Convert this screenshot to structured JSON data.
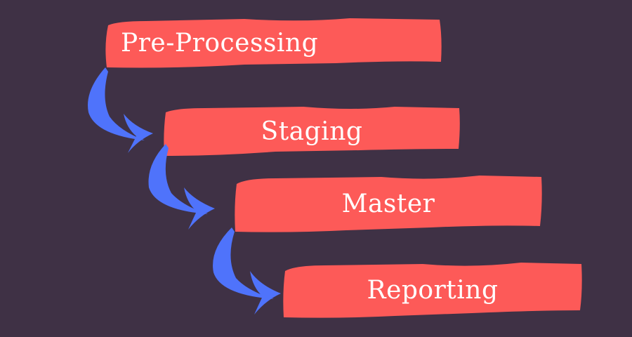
{
  "colors": {
    "background": "#3f3145",
    "stage_fill": "#fd5a58",
    "arrow": "#4f73fb",
    "text": "#ffffff"
  },
  "stages": [
    {
      "label": "Pre-Processing"
    },
    {
      "label": "Staging"
    },
    {
      "label": "Master"
    },
    {
      "label": "Reporting"
    }
  ],
  "arrows": [
    {
      "from": "Pre-Processing",
      "to": "Staging",
      "icon": "curved-arrow-icon"
    },
    {
      "from": "Staging",
      "to": "Master",
      "icon": "curved-arrow-icon"
    },
    {
      "from": "Master",
      "to": "Reporting",
      "icon": "curved-arrow-icon"
    }
  ]
}
